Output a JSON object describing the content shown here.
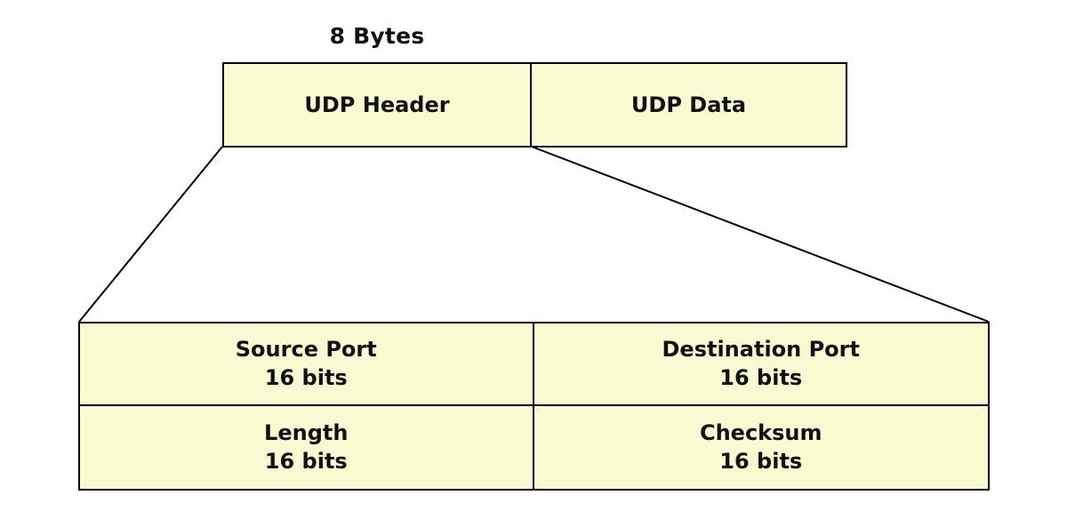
{
  "diagram": {
    "size_label": "8 Bytes",
    "packet": {
      "header_label": "UDP Header",
      "data_label": "UDP Data"
    },
    "fields": [
      {
        "label": "Source Port",
        "bits": "16 bits"
      },
      {
        "label": "Destination Port",
        "bits": "16 bits"
      },
      {
        "label": "Length",
        "bits": "16 bits"
      },
      {
        "label": "Checksum",
        "bits": "16 bits"
      }
    ],
    "colors": {
      "box_fill": "#FAFAD2",
      "border": "#000000",
      "background": "#FFFFFF",
      "text": "#111111"
    }
  }
}
